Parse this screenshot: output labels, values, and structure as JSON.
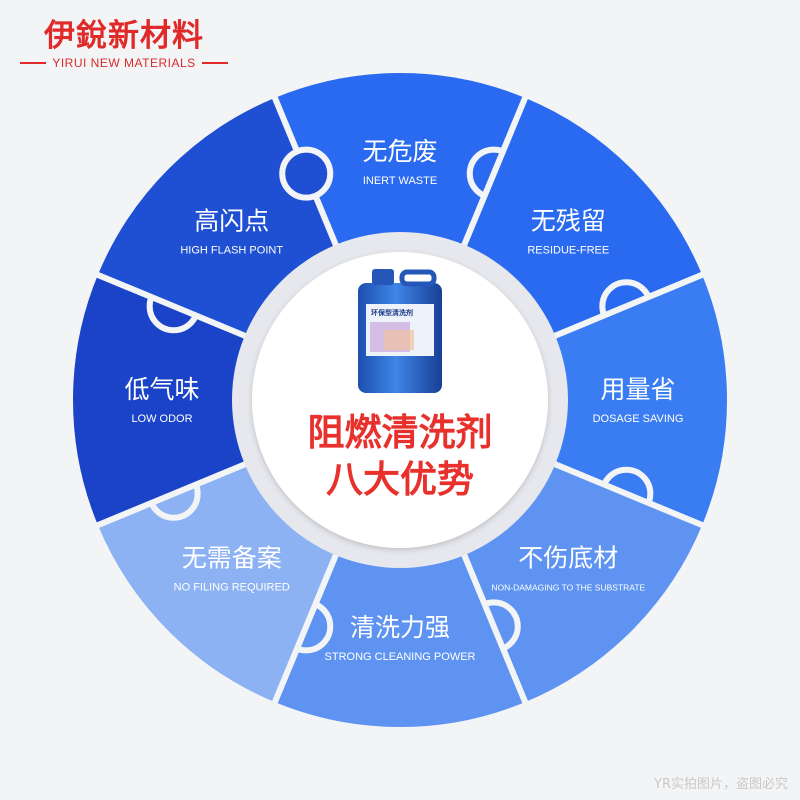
{
  "brand": {
    "name_cn": "伊銳新材料",
    "name_en": "YIRUI NEW MATERIALS"
  },
  "center": {
    "line1": "阻燃清洗剂",
    "line2": "八大优势",
    "bottle_label": "环保型清洗剂"
  },
  "advantages": [
    {
      "cn": "无危废",
      "en": "INERT WASTE",
      "color": "#2a6af0"
    },
    {
      "cn": "无残留",
      "en": "RESIDUE-FREE",
      "color": "#2a6af0"
    },
    {
      "cn": "用量省",
      "en": "DOSAGE SAVING",
      "color": "#3a7df2"
    },
    {
      "cn": "不伤底材",
      "en": "NON-DAMAGING TO THE SUBSTRATE",
      "color": "#5f93f2"
    },
    {
      "cn": "清洗力强",
      "en": "STRONG CLEANING POWER",
      "color": "#5f93f2"
    },
    {
      "cn": "无需备案",
      "en": "NO FILING REQUIRED",
      "color": "#8cb2f4"
    },
    {
      "cn": "低气味",
      "en": "LOW ODOR",
      "color": "#1a43c8"
    },
    {
      "cn": "高闪点",
      "en": "HIGH FLASH POINT",
      "color": "#1f4fd2"
    }
  ],
  "colors": {
    "accent_red": "#e8302c",
    "ring_gray": "#e6e8ee"
  },
  "watermark": "YR实拍图片，盗图必究"
}
